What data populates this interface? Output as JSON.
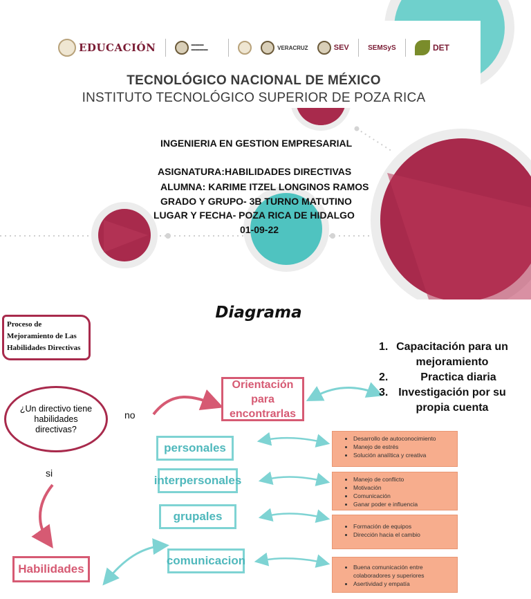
{
  "cover": {
    "logos": {
      "educacion": "EDUCACIÓN",
      "veracruz": "VERACRUZ",
      "sev": "SEV",
      "semsys": "SEMSyS",
      "det": "DET"
    },
    "institution_title": "TECNOLÓGICO NACIONAL DE MÉXICO",
    "institution_subtitle": "INSTITUTO TECNOLÓGICO SUPERIOR DE POZA RICA",
    "career": "INGENIERIA EN GESTION EMPRESARIAL",
    "subject": "ASIGNATURA:HABILIDADES DIRECTIVAS",
    "student": "ALUMNA:  KARIME ITZEL LONGINOS RAMOS",
    "group": "GRADO Y GRUPO- 3B TURNO MATUTINO",
    "place": "LUGAR Y FECHA- POZA RICA DE HIDALGO",
    "date": "01-09-22",
    "colors": {
      "crimson": "#a82a4c",
      "teal": "#4fc3c0",
      "grey_ring": "#ececec"
    }
  },
  "diagram": {
    "title": "Diagrama",
    "process_label": "Proceso de Mejoramiento de Las Habilidades Directivas",
    "question": "¿Un directivo tiene habilidades directivas?",
    "no_label": "no",
    "yes_label": "si",
    "orientation": "Orientación para encontrarlas",
    "skills": "Habilidades",
    "steps": [
      {
        "num": "1.",
        "text": "Capacitación para un mejoramiento"
      },
      {
        "num": "2.",
        "text": "Practica diaria"
      },
      {
        "num": "3.",
        "text": "Investigación por su propia cuenta"
      }
    ],
    "categories": [
      {
        "name": "personales",
        "items": [
          "Desarrollo de autoconocimiento",
          "Manejo de estrés",
          "Solución analítica y creativa"
        ]
      },
      {
        "name": "interpersonales",
        "items": [
          "Manejo de conflicto",
          "Motivación",
          "Comunicación",
          "Ganar poder e influencia"
        ]
      },
      {
        "name": "grupales",
        "items": [
          "Formación de equipos",
          "Dirección hacia el cambio"
        ]
      },
      {
        "name": "comunicacion",
        "items": [
          "Buena comunicación entre colaboradores y superiores",
          "Asertividad y empatía"
        ]
      }
    ],
    "colors": {
      "pink": "#d65a73",
      "crimson": "#a82a4c",
      "teal": "#7ed3d3",
      "orange": "#f7ad8d"
    }
  }
}
